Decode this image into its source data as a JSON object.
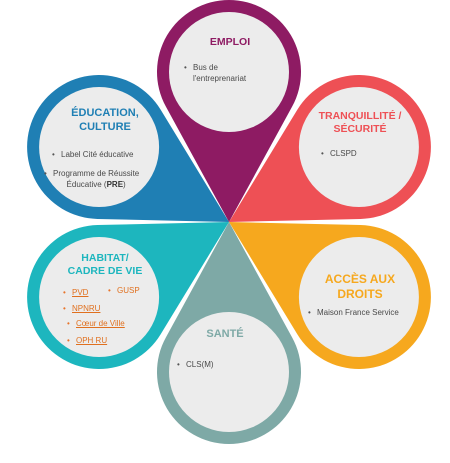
{
  "colors": {
    "emploi": "#8e1b63",
    "tranquillite": "#ee5055",
    "acces": "#f6a81e",
    "sante": "#7ea9a6",
    "habitat": "#1db6be",
    "education": "#1f7fb4",
    "inner": "#ececec"
  },
  "petals": [
    {
      "id": "emploi",
      "title_lines": [
        "EMPLOI"
      ],
      "items": [
        {
          "text_lines": [
            "Bus de",
            "l'entreprenariat"
          ],
          "style": "plain"
        }
      ]
    },
    {
      "id": "tranquillite",
      "title_lines": [
        "TRANQUILLITÉ /",
        "SÉCURITÉ"
      ],
      "items": [
        {
          "text_lines": [
            "CLSPD"
          ],
          "style": "plain"
        }
      ]
    },
    {
      "id": "acces",
      "title_lines": [
        "ACCÈS AUX",
        "DROITS"
      ],
      "items": [
        {
          "text_lines": [
            "Maison France Service"
          ],
          "style": "plain"
        }
      ]
    },
    {
      "id": "sante",
      "title_lines": [
        "SANTÉ"
      ],
      "items": [
        {
          "text_lines": [
            "CLS(M)"
          ],
          "style": "plain"
        }
      ]
    },
    {
      "id": "habitat",
      "title_lines": [
        "HABITAT/",
        "CADRE DE VIE"
      ],
      "items": [
        {
          "text_lines": [
            "PVD"
          ],
          "style": "link"
        },
        {
          "text_lines": [
            "GUSP"
          ],
          "style": "link-plain"
        },
        {
          "text_lines": [
            "NPNRU"
          ],
          "style": "link"
        },
        {
          "text_lines": [
            "Cœur de Ville"
          ],
          "style": "link"
        },
        {
          "text_lines": [
            "OPH RU"
          ],
          "style": "link"
        }
      ]
    },
    {
      "id": "education",
      "title_lines": [
        "ÉDUCATION,",
        "CULTURE"
      ],
      "items": [
        {
          "text_lines": [
            "Label Cité éducative"
          ],
          "style": "plain"
        },
        {
          "text_lines": [
            "Programme de Réussite",
            "Éducative ("
          ],
          "bold_suffix": "PRE",
          "suffix_after": ")",
          "style": "plain"
        }
      ]
    }
  ]
}
